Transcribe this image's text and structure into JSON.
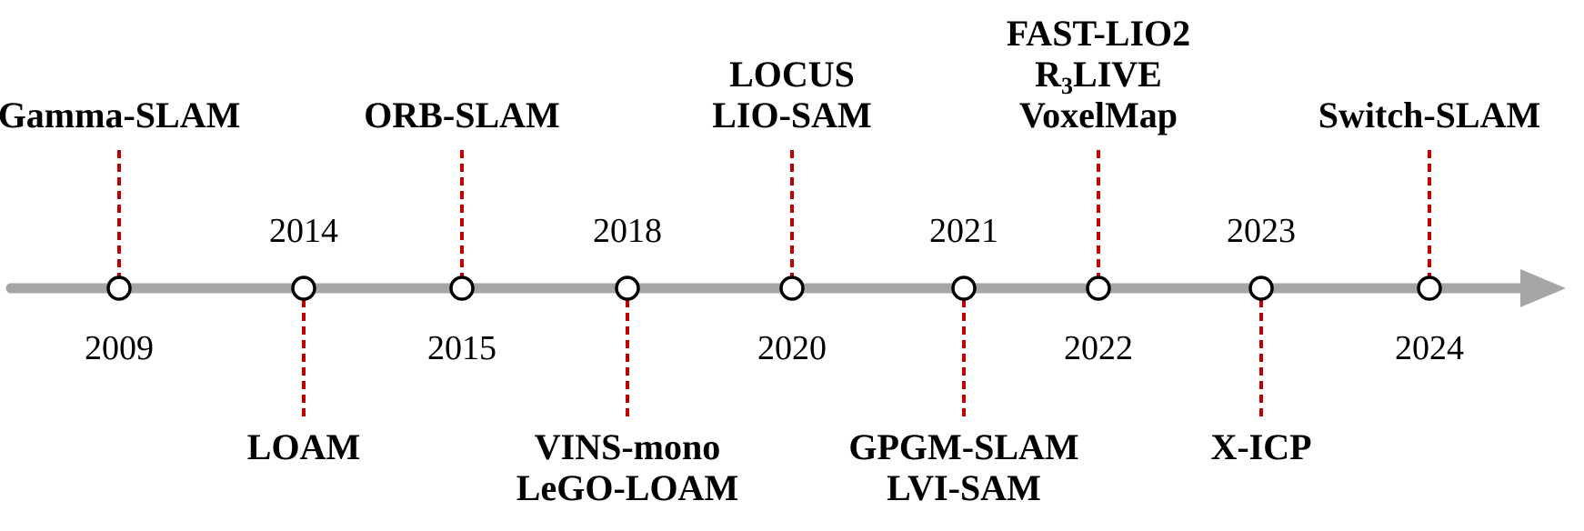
{
  "timeline": {
    "line_color": "#a6a6a6",
    "connector_color": "#c00000",
    "milestones": [
      {
        "year": "2009",
        "side": "above",
        "methods": [
          "Gamma-SLAM"
        ]
      },
      {
        "year": "2014",
        "side": "below",
        "methods": [
          "LOAM"
        ]
      },
      {
        "year": "2015",
        "side": "above",
        "methods": [
          "ORB-SLAM"
        ]
      },
      {
        "year": "2018",
        "side": "below",
        "methods": [
          "VINS-mono",
          "LeGO-LOAM"
        ]
      },
      {
        "year": "2020",
        "side": "above",
        "methods": [
          "LOCUS",
          "LIO-SAM"
        ]
      },
      {
        "year": "2021",
        "side": "below",
        "methods": [
          "GPGM-SLAM",
          "LVI-SAM"
        ]
      },
      {
        "year": "2022",
        "side": "above",
        "methods": [
          "FAST-LIO2",
          "R₃LIVE",
          "VoxelMap"
        ]
      },
      {
        "year": "2023",
        "side": "below",
        "methods": [
          "X-ICP"
        ]
      },
      {
        "year": "2024",
        "side": "above",
        "methods": [
          "Switch-SLAM"
        ]
      }
    ]
  }
}
